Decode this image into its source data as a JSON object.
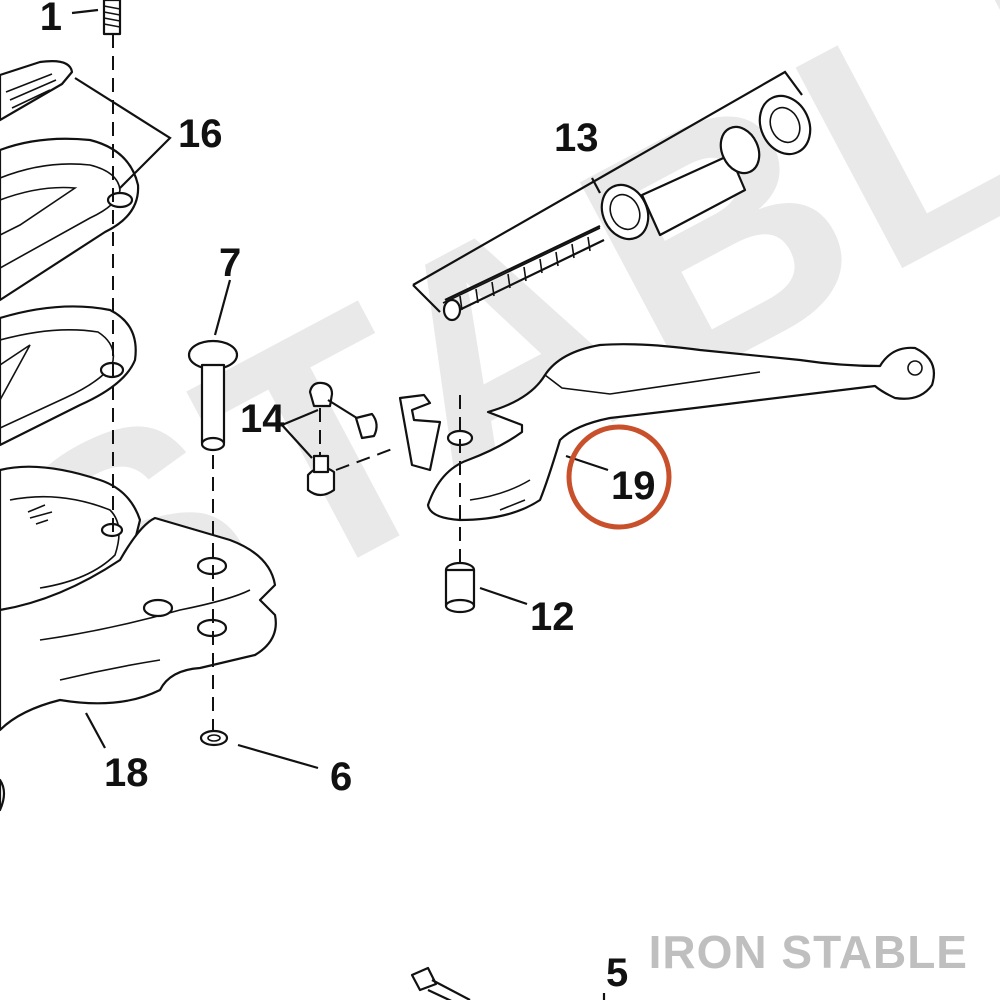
{
  "watermark": {
    "text": "STABLE",
    "color": "#e9e9e9"
  },
  "brand": {
    "text": "IRON STABLE",
    "color": "#bfbfbf"
  },
  "highlight": {
    "color": "#c8502a",
    "target": "19"
  },
  "callouts": {
    "c1": "1",
    "c16": "16",
    "c13": "13",
    "c7": "7",
    "c14": "14",
    "c19": "19",
    "c12": "12",
    "c18": "18",
    "c6": "6",
    "c5": "5"
  }
}
